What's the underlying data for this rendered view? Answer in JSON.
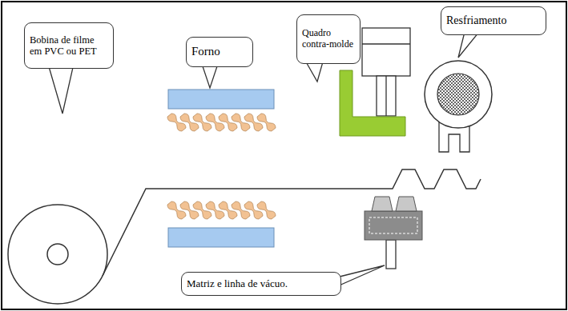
{
  "diagram": {
    "nodes": [
      {
        "text": [
          "Bobina de filme em PVC ou PET"
        ]
      },
      {
        "text": [
          "Forno"
        ]
      },
      {
        "text": [
          "Quadro contra-molde"
        ]
      },
      {
        "text": [
          "Resfriamento"
        ]
      },
      {
        "text": [
          "Matriz e linha de vácuo."
        ]
      }
    ]
  }
}
